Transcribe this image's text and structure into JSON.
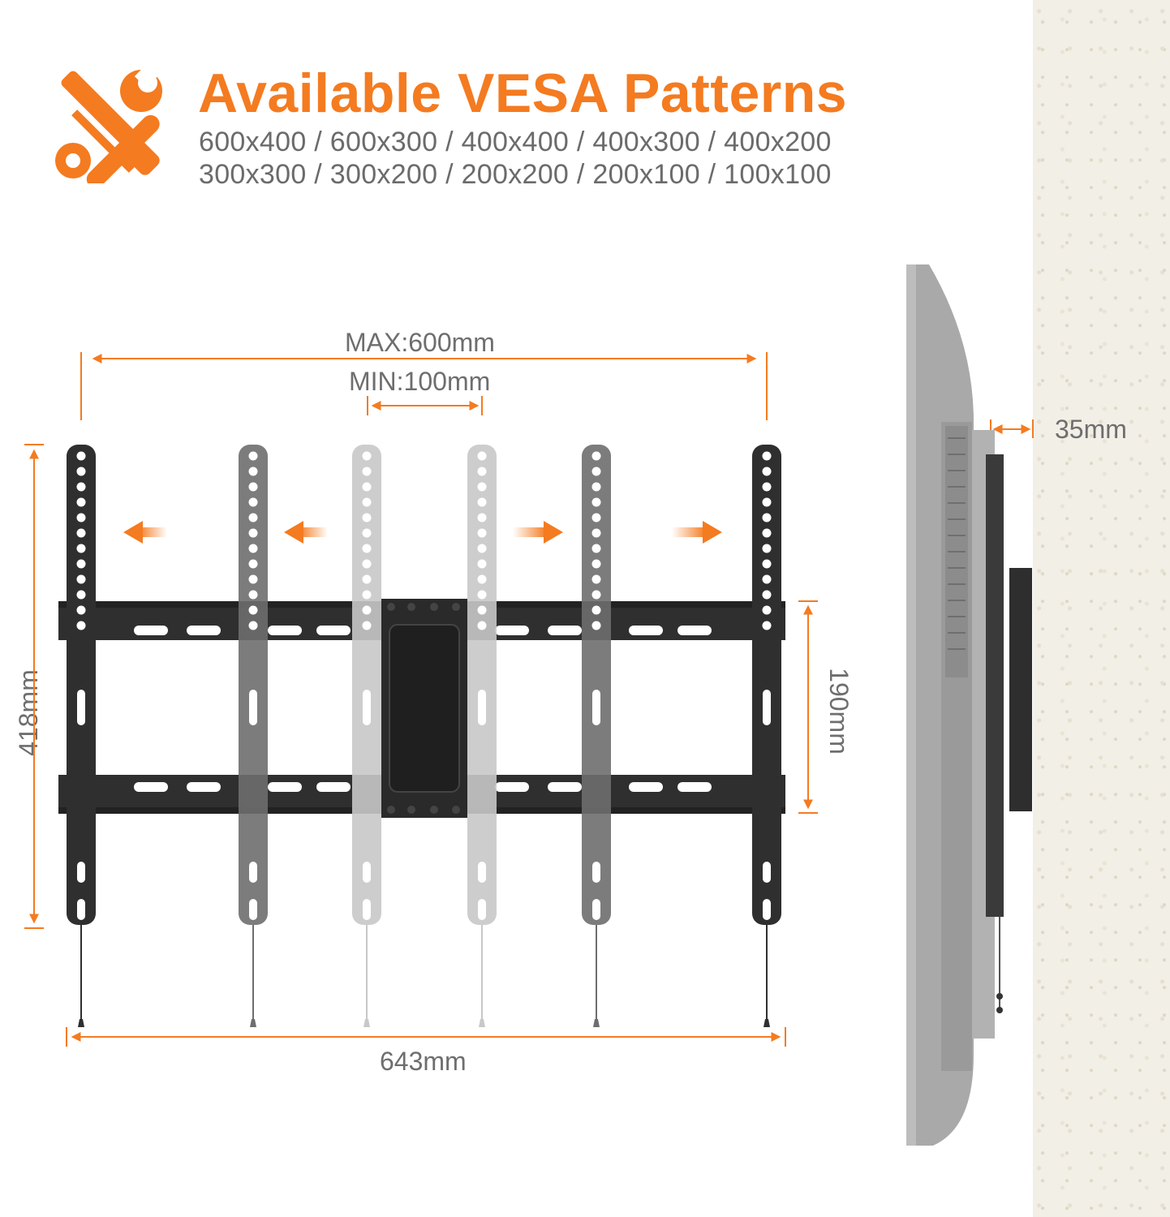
{
  "header": {
    "title": "Available VESA Patterns",
    "patterns_line1": "600x400 / 600x300 / 400x400 / 400x300 / 400x200",
    "patterns_line2": "300x300 / 300x200 / 200x200 / 200x100 / 100x100",
    "icon": "wrench-screwdriver-icon"
  },
  "dimensions": {
    "max_width": "MAX:600mm",
    "min_width": "MIN:100mm",
    "height": "418mm",
    "rail_spacing": "190mm",
    "total_width": "643mm",
    "wall_profile": "35mm"
  },
  "colors": {
    "accent": "#f47b20",
    "dimension_text": "#6e6e6e",
    "bracket": "#333333"
  }
}
